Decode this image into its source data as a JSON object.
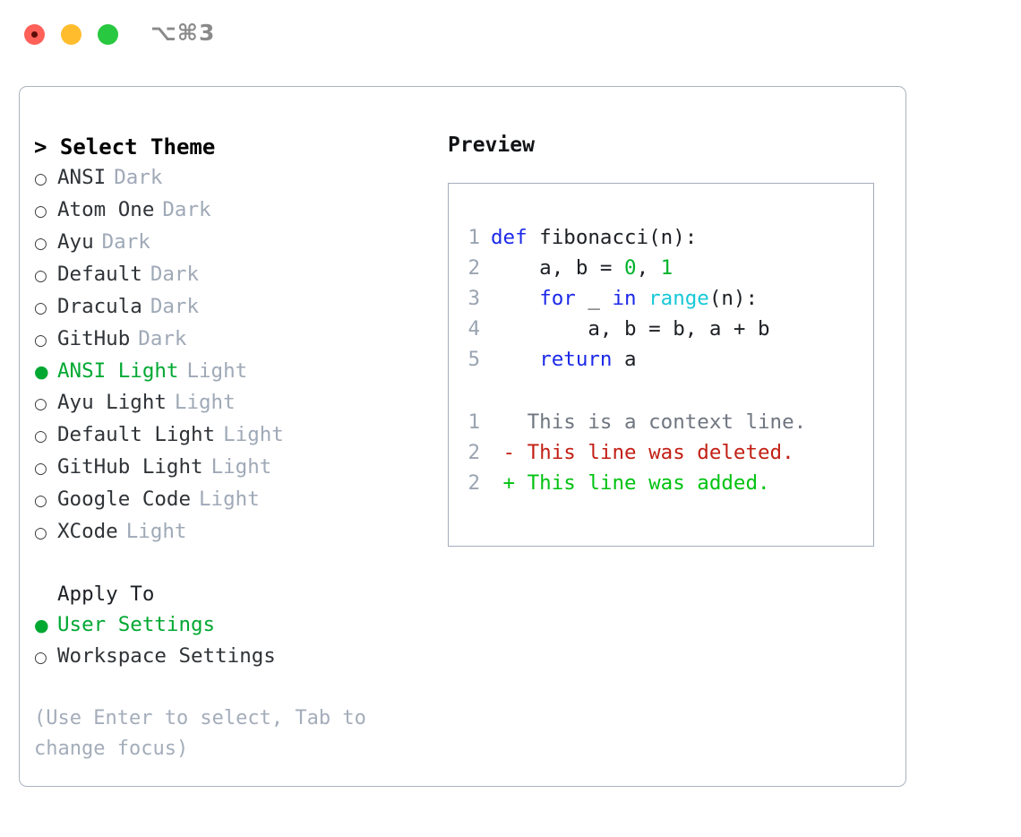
{
  "window": {
    "shortcut_label": "⌥⌘3",
    "traffic_lights": [
      {
        "name": "close",
        "color": "#ff6159"
      },
      {
        "name": "minimize",
        "color": "#ffbd2e"
      },
      {
        "name": "maximize",
        "color": "#28c840"
      }
    ]
  },
  "theme_picker": {
    "header": "> Select Theme",
    "selected_theme": "ANSI Light",
    "themes": [
      {
        "name": "ANSI",
        "tag": "Dark",
        "selected": false,
        "bullet": "○"
      },
      {
        "name": "Atom One",
        "tag": "Dark",
        "selected": false,
        "bullet": "○"
      },
      {
        "name": "Ayu",
        "tag": "Dark",
        "selected": false,
        "bullet": "○"
      },
      {
        "name": "Default",
        "tag": "Dark",
        "selected": false,
        "bullet": "○"
      },
      {
        "name": "Dracula",
        "tag": "Dark",
        "selected": false,
        "bullet": "○"
      },
      {
        "name": "GitHub",
        "tag": "Dark",
        "selected": false,
        "bullet": "○"
      },
      {
        "name": "ANSI Light",
        "tag": "Light",
        "selected": true,
        "bullet": "●"
      },
      {
        "name": "Ayu Light",
        "tag": "Light",
        "selected": false,
        "bullet": "○"
      },
      {
        "name": "Default Light",
        "tag": "Light",
        "selected": false,
        "bullet": "○"
      },
      {
        "name": "GitHub Light",
        "tag": "Light",
        "selected": false,
        "bullet": "○"
      },
      {
        "name": "Google Code",
        "tag": "Light",
        "selected": false,
        "bullet": "○"
      },
      {
        "name": "XCode",
        "tag": "Light",
        "selected": false,
        "bullet": "○"
      }
    ]
  },
  "apply_to": {
    "header": "Apply To",
    "selected_scope": "User Settings",
    "options": [
      {
        "name": "User Settings",
        "selected": true,
        "bullet": "●"
      },
      {
        "name": "Workspace Settings",
        "selected": false,
        "bullet": "○"
      }
    ]
  },
  "hint": "(Use Enter to select, Tab to change focus)",
  "preview": {
    "title": "Preview",
    "code": [
      {
        "num": "1",
        "tokens": [
          {
            "t": "def",
            "c": "kw"
          },
          {
            "t": " fibonacci(n):",
            "c": "txt"
          }
        ]
      },
      {
        "num": "2",
        "tokens": [
          {
            "t": "    a, b = ",
            "c": "txt"
          },
          {
            "t": "0",
            "c": "num"
          },
          {
            "t": ", ",
            "c": "txt"
          },
          {
            "t": "1",
            "c": "num"
          }
        ]
      },
      {
        "num": "3",
        "tokens": [
          {
            "t": "    ",
            "c": "txt"
          },
          {
            "t": "for",
            "c": "kw"
          },
          {
            "t": " _ ",
            "c": "txt"
          },
          {
            "t": "in",
            "c": "kw"
          },
          {
            "t": " ",
            "c": "txt"
          },
          {
            "t": "range",
            "c": "fn"
          },
          {
            "t": "(n):",
            "c": "txt"
          }
        ]
      },
      {
        "num": "4",
        "tokens": [
          {
            "t": "        a, b = b, a + b",
            "c": "txt"
          }
        ]
      },
      {
        "num": "5",
        "tokens": [
          {
            "t": "    ",
            "c": "txt"
          },
          {
            "t": "return",
            "c": "kw"
          },
          {
            "t": " a",
            "c": "txt"
          }
        ]
      }
    ],
    "diff": [
      {
        "num": "1",
        "marker": " ",
        "text": " This is a context line.",
        "kind": "context"
      },
      {
        "num": "2",
        "marker": "-",
        "text": " This line was deleted.",
        "kind": "del"
      },
      {
        "num": "2",
        "marker": "+",
        "text": " This line was added.",
        "kind": "add"
      }
    ]
  },
  "colors": {
    "accent_green": "#00a832",
    "keyword_blue": "#1c29e8",
    "function_cyan": "#17c8d8",
    "number_green": "#00b32c",
    "diff_deleted": "#c21f14",
    "diff_added": "#00c211",
    "muted_tag": "#9fa9b7",
    "border": "#a9b3c0"
  }
}
